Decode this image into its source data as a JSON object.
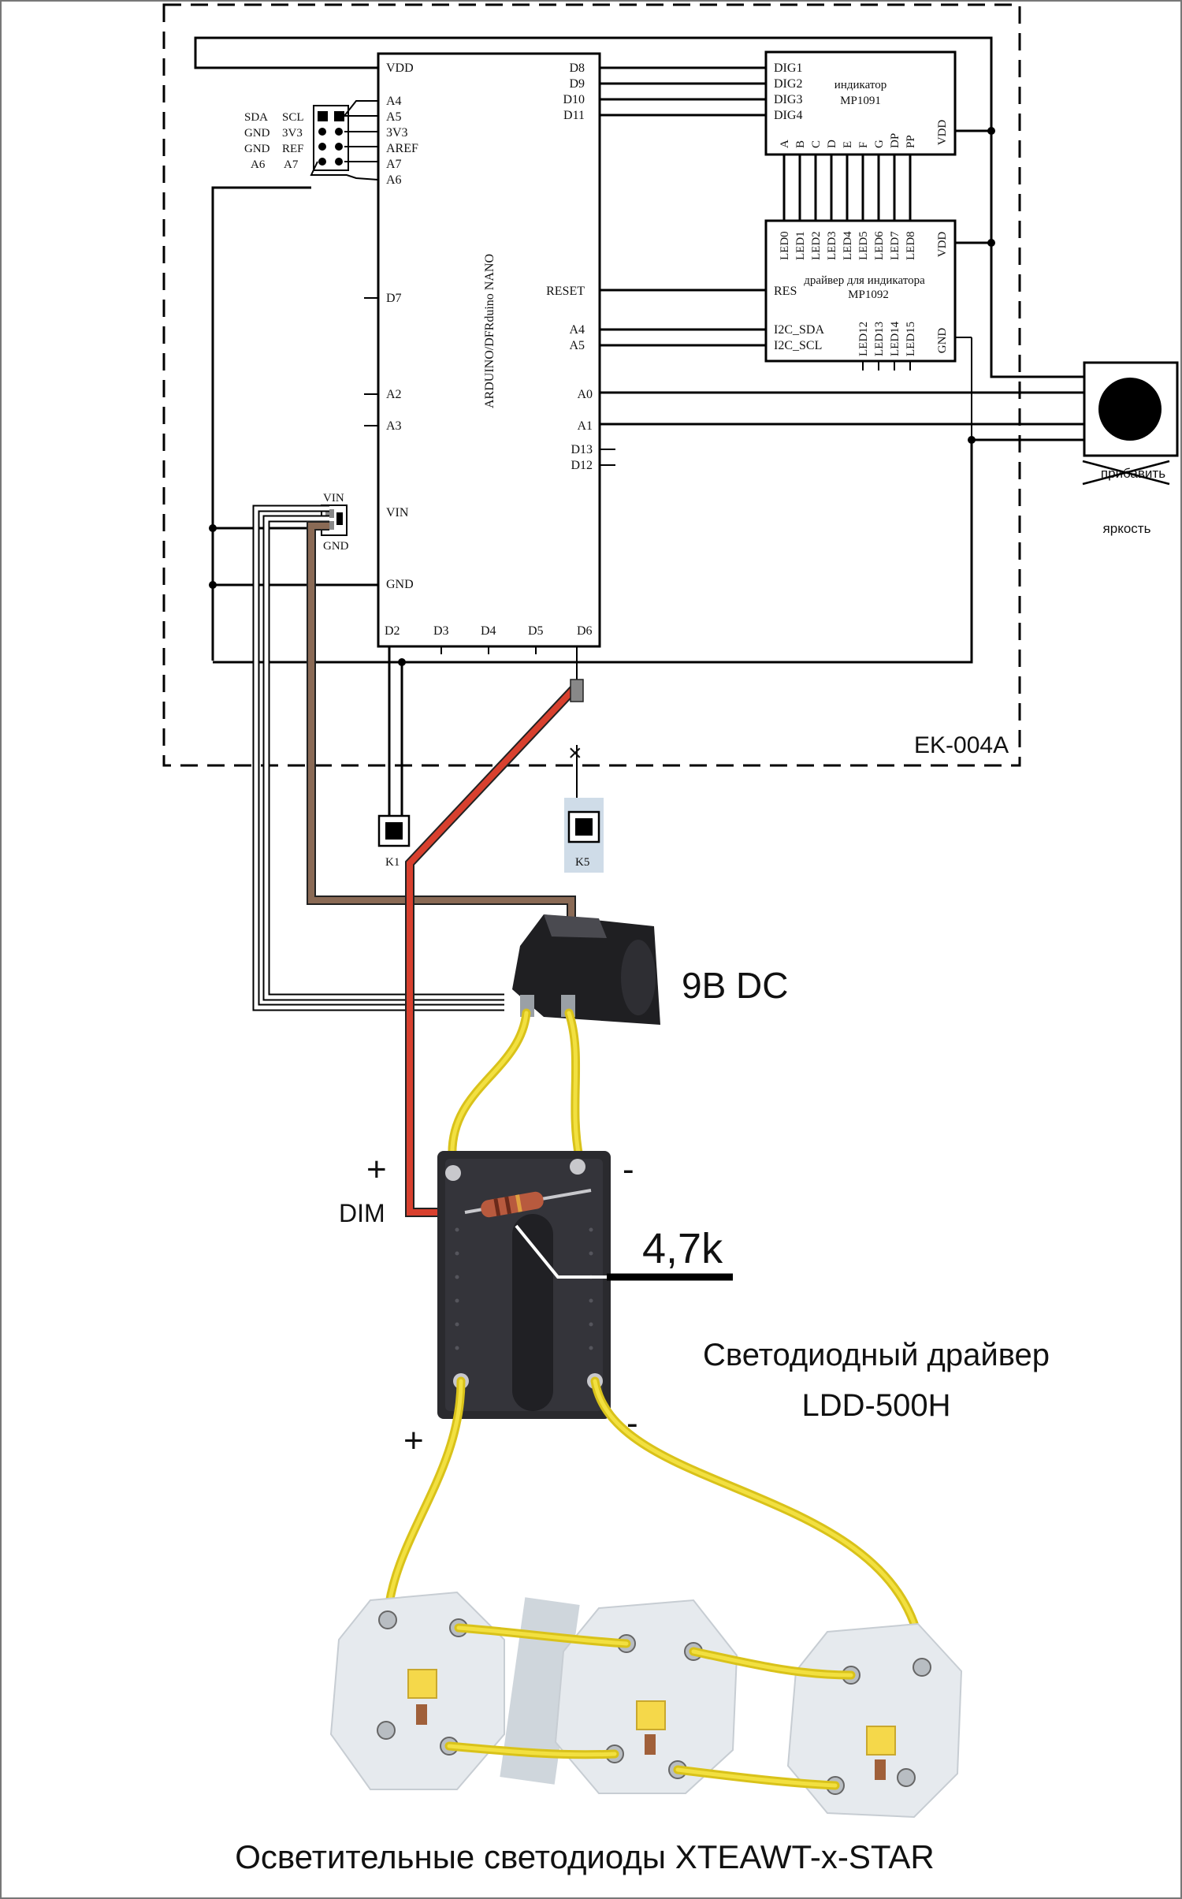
{
  "module": {
    "board_label": "EK-004A"
  },
  "arduino": {
    "name": "ARDUINO/DFRduino NANO",
    "left_pins": [
      "VDD",
      "A4",
      "A5",
      "3V3",
      "AREF",
      "A7",
      "A6",
      "D7",
      "A2",
      "A3",
      "VIN",
      "GND"
    ],
    "right_pins": [
      "D8",
      "D9",
      "D10",
      "D11",
      "RESET",
      "A4",
      "A5",
      "A0",
      "A1",
      "D13",
      "D12"
    ],
    "bottom_pins": [
      "D2",
      "D3",
      "D4",
      "D5",
      "D6"
    ]
  },
  "header": {
    "labels_left_col": [
      "SDA",
      "GND",
      "GND",
      "A6"
    ],
    "labels_right_col": [
      "SCL",
      "3V3",
      "REF",
      "A7"
    ]
  },
  "indicator": {
    "title": "индикатор",
    "model": "MP1091",
    "dig_pins": [
      "DIG1",
      "DIG2",
      "DIG3",
      "DIG4"
    ],
    "segment_pins": [
      "A",
      "B",
      "C",
      "D",
      "E",
      "F",
      "G",
      "DP",
      "PP"
    ],
    "vdd": "VDD"
  },
  "driver_ic": {
    "title": "драйвер для индикатора",
    "model": "MP1092",
    "led_pins": [
      "LED0",
      "LED1",
      "LED2",
      "LED3",
      "LED4",
      "LED5",
      "LED6",
      "LED7",
      "LED8"
    ],
    "led_pins_bottom": [
      "LED12",
      "LED13",
      "LED14",
      "LED15"
    ],
    "left_pins": [
      "RES",
      "I2C_SDA",
      "I2C_SCL"
    ],
    "vdd": "VDD",
    "gnd": "GND"
  },
  "knob": {
    "struck_label": "прибавить",
    "label": "яркость"
  },
  "power_jumper": {
    "vin": "VIN",
    "gnd": "GND"
  },
  "buttons": {
    "k1": "K1",
    "k5": "K5"
  },
  "dc_jack": {
    "label": "9В DC"
  },
  "led_driver": {
    "plus_in": "+",
    "minus_in": "-",
    "dim": "DIM",
    "resistor": "4,7k",
    "name_line1": "Светодиодный драйвер",
    "name_line2": "LDD-500H",
    "plus_out": "+",
    "minus_out": "-"
  },
  "leds": {
    "caption": "Осветительные светодиоды XTEAWT-x-STAR"
  },
  "colors": {
    "red_wire": "#d8402e",
    "brown_wire": "#8a6a55",
    "yellow_wire": "#e8d230",
    "driver_body": "#2a2a2e",
    "led_board": "#e6eaee",
    "led_chip": "#f5d84a"
  }
}
